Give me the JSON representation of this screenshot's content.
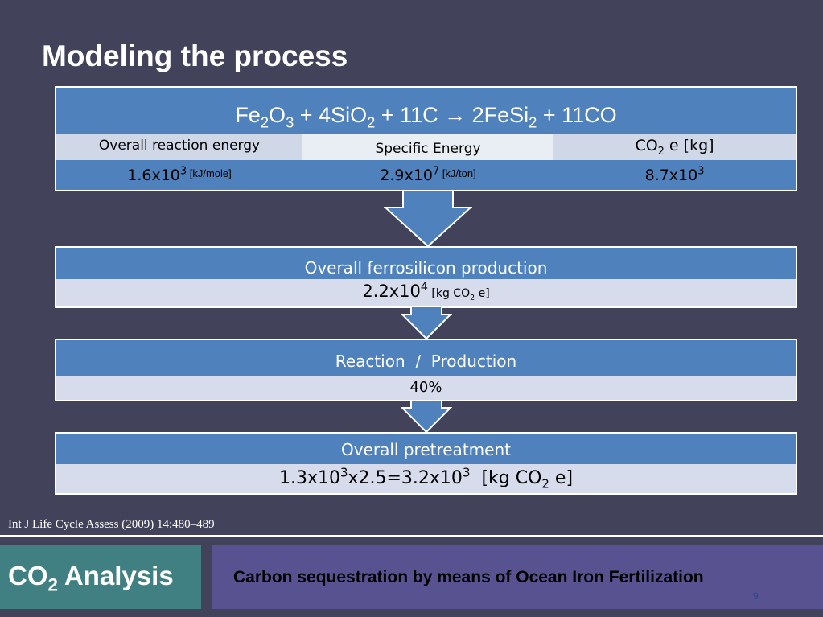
{
  "slide": {
    "title": "Modeling the process",
    "page_number": "9"
  },
  "reaction_box": {
    "equation": {
      "fe2o3_a": "Fe",
      "fe2o3_s1": "2",
      "fe2o3_b": "O",
      "fe2o3_s2": "3",
      "plus1": " + 4SiO",
      "sio2_sub": "2",
      "middle": " + 11C → 2FeSi",
      "fesi2_sub": "2",
      "end": " + 11CO"
    },
    "headers": {
      "reaction_energy": "Overall reaction energy",
      "specific_energy": "Specific Energy",
      "co2_label_a": "CO",
      "co2_label_sub": "2",
      "co2_label_b": " e [kg]"
    },
    "values": {
      "reaction_energy_base": "1.6x10",
      "reaction_energy_exp": "3",
      "reaction_energy_unit": " [kJ/mole]",
      "specific_energy_base": "2.9x10",
      "specific_energy_exp": "7",
      "specific_energy_unit": " [kJ/ton]",
      "co2_base": "8.7x10",
      "co2_exp": "3"
    }
  },
  "ferrosilicon_box": {
    "label": "Overall ferrosilicon production",
    "value_base": "2.2x10",
    "value_exp": "4",
    "unit_a": " [kg CO",
    "unit_sub": "2",
    "unit_b": " e]"
  },
  "ratio_box": {
    "label": "Reaction  /  Production",
    "value": "40%"
  },
  "pretreatment_box": {
    "label": "Overall pretreatment",
    "val_a": "1.3x10",
    "val_exp1": "3",
    "val_b": "x2.5=3.2x10",
    "val_exp2": "3",
    "unit_a": "  [kg CO",
    "unit_sub": "2",
    "unit_b": " e]"
  },
  "citation": "Int J Life Cycle Assess (2009) 14:480–489",
  "footer": {
    "section_a": "CO",
    "section_sub": "2",
    "section_b": " Analysis",
    "subtitle": "Carbon sequestration by means of Ocean Iron Fertilization"
  },
  "colors": {
    "background": "#42435a",
    "box_blue": "#4f81bd",
    "box_light": "#d6dcec",
    "footer_teal": "#418082",
    "footer_purple": "#585290"
  }
}
